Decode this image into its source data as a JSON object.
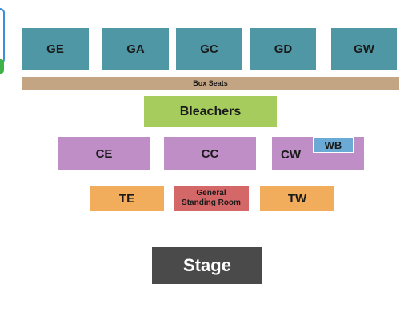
{
  "sections": {
    "ge": "GE",
    "ga": "GA",
    "gc": "GC",
    "gd": "GD",
    "gw": "GW",
    "box_seats": "Box Seats",
    "bleachers": "Bleachers",
    "ce": "CE",
    "cc": "CC",
    "cw": "CW",
    "wb": "WB",
    "te": "TE",
    "general_standing_room_line1": "General",
    "general_standing_room_line2": "Standing Room",
    "tw": "TW",
    "stage": "Stage"
  },
  "colors": {
    "upper_sections": "#4f97a5",
    "box_seats": "#c4a583",
    "bleachers": "#a6cc5d",
    "center_sections": "#bf8ec7",
    "wb": "#6aaad4",
    "floor_sections": "#f2ad5c",
    "general_standing_room": "#d46767",
    "stage": "#4a4a4a"
  }
}
